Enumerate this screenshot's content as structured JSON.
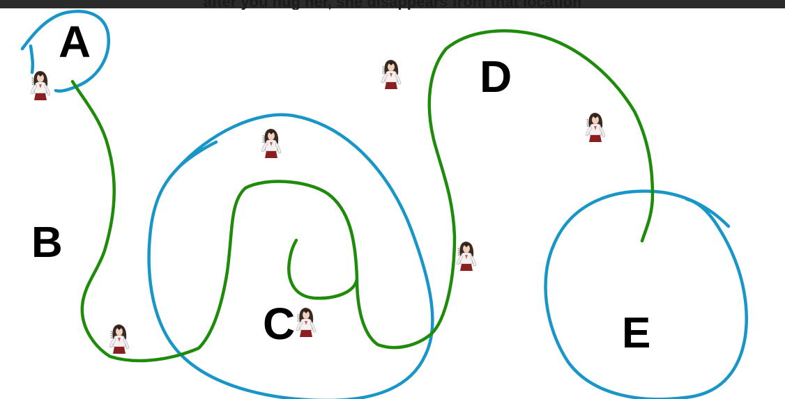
{
  "caption": "after you hug her, she disappears from that location",
  "labels": {
    "a": "A",
    "b": "B",
    "c": "C",
    "d": "D",
    "e": "E"
  },
  "colors": {
    "path": "#1e8c0a",
    "zone": "#1996c8",
    "topbar": "#2b2b2b"
  },
  "icons": {
    "character": "anime-girl-figure-icon"
  },
  "character_count": 7
}
